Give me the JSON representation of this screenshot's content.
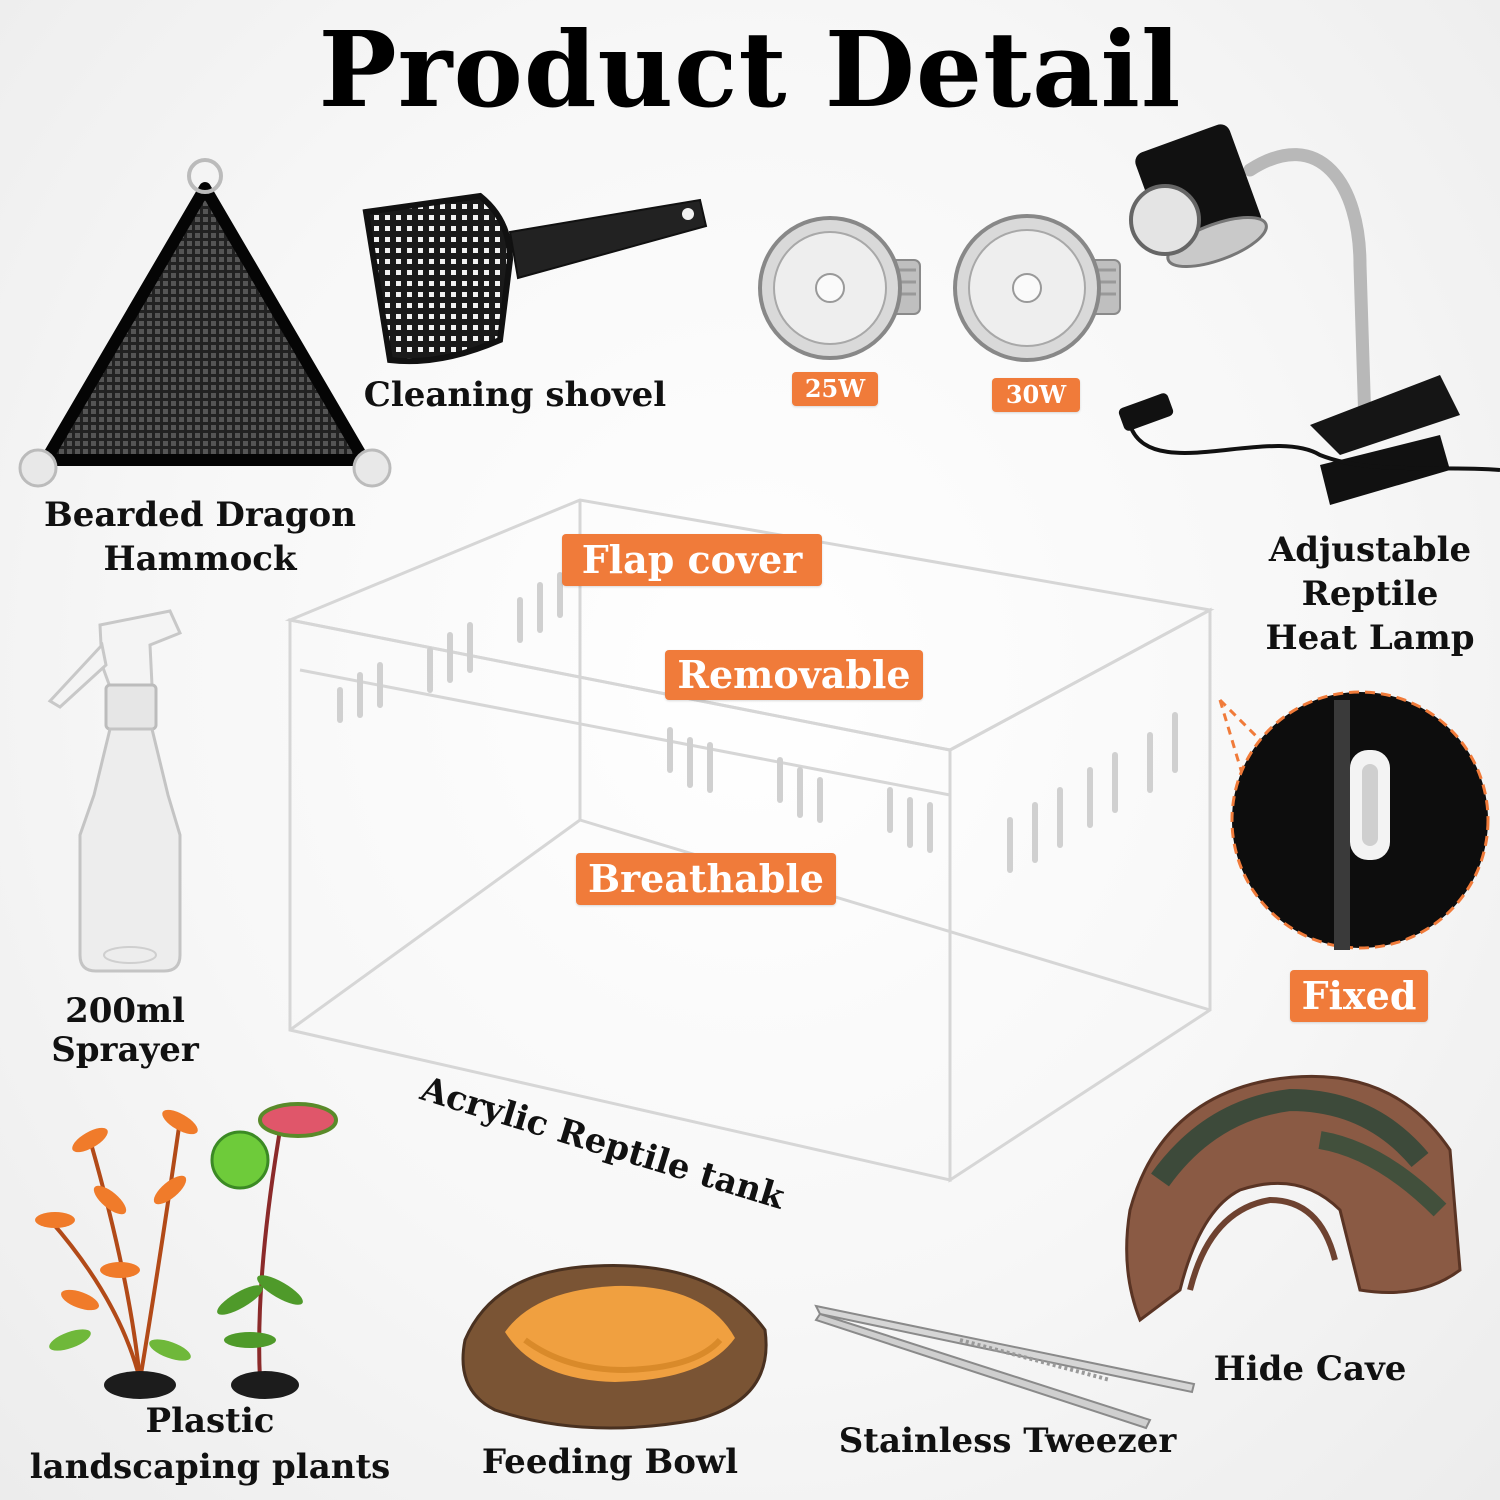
{
  "title": "Product Detail",
  "accent_color": "#f07b3a",
  "items": {
    "hammock": [
      "Bearded Dragon",
      "Hammock"
    ],
    "shovel": "Cleaning shovel",
    "bulb_25": "25W",
    "bulb_30": "30W",
    "lamp": [
      "Adjustable",
      "Reptile",
      "Heat Lamp"
    ],
    "sprayer": [
      "200ml",
      "Sprayer"
    ],
    "tank": "Acrylic Reptile tank",
    "fixed": "Fixed",
    "hide_cave": "Hide Cave",
    "plants": [
      "Plastic",
      "landscaping plants"
    ],
    "bowl": "Feeding Bowl",
    "tweezer": "Stainless Tweezer"
  },
  "tank_features": {
    "flap_cover": "Flap cover",
    "removable": "Removable",
    "breathable": "Breathable"
  },
  "icons": [
    "hammock-icon",
    "shovel-icon",
    "heat-bulb-icon",
    "heat-lamp-icon",
    "spray-bottle-icon",
    "acrylic-tank-icon",
    "magnet-clip-detail-icon",
    "hide-cave-icon",
    "plant-icon",
    "feeding-bowl-icon",
    "tweezer-icon"
  ]
}
